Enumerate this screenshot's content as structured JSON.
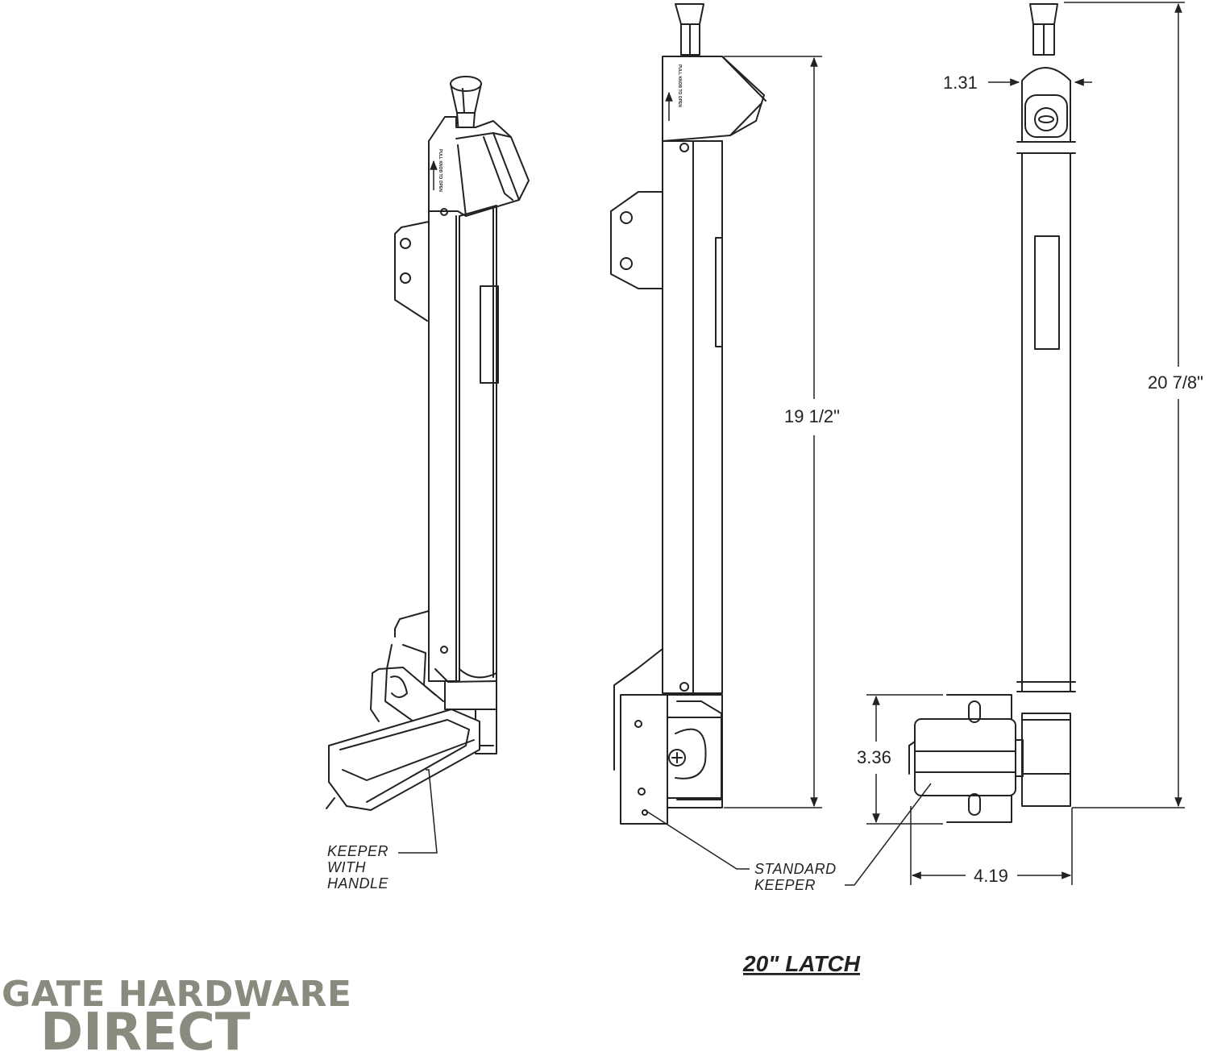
{
  "brand": {
    "line1": "GATE HARDWARE",
    "line2": "DIRECT"
  },
  "title": "20\" LATCH",
  "dimensions": {
    "knob_width": "1.31",
    "body_height": "19 1/2\"",
    "overall_height": "20 7/8\"",
    "keeper_height": "3.36",
    "keeper_width": "4.19"
  },
  "callouts": {
    "keeper_with_handle": [
      "KEEPER",
      "WITH",
      "HANDLE"
    ],
    "standard_keeper": [
      "STANDARD",
      "KEEPER"
    ]
  },
  "decal_text": "PULL KNOB TO OPEN"
}
